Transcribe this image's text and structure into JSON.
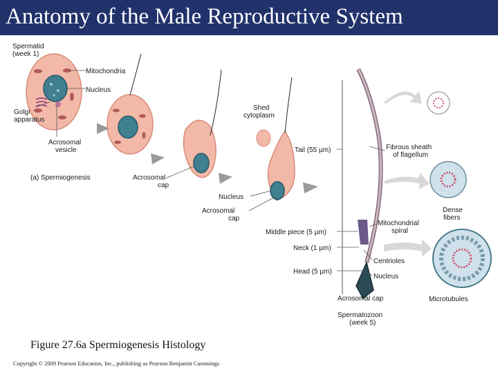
{
  "slide": {
    "title": "Anatomy of the Male Reproductive System",
    "caption": "Figure 27.6a Spermiogenesis Histology",
    "copyright": "Copyright © 2009 Pearson Education, Inc., publishing as Pearson Benjamin Cummings"
  },
  "diagram": {
    "panel_label": "(a) Spermiogenesis",
    "labels": {
      "spermatid_1": "Spermatid",
      "spermatid_2": "(week 1)",
      "mitochondria": "Mitochondria",
      "nucleus_top": "Nucleus",
      "golgi_1": "Golgi",
      "golgi_2": "apparatus",
      "acrosomal_vesicle_1": "Acrosomal",
      "acrosomal_vesicle_2": "vesicle",
      "acrosomal_cap_mid_1": "Acrosomal",
      "acrosomal_cap_mid_2": "cap",
      "shed_1": "Shed",
      "shed_2": "cytoplasm",
      "nucleus_mid": "Nucleus",
      "acrosomal_cap_low_1": "Acrosomal",
      "acrosomal_cap_low_2": "cap",
      "tail": "Tail (55 µm)",
      "middle_piece": "Middle piece (5 µm)",
      "neck": "Neck (1 µm)",
      "head": "Head (5 µm)",
      "fibrous_1": "Fibrous sheath",
      "fibrous_2": "of flagellum",
      "mito_spiral_1": "Mitochondrial",
      "mito_spiral_2": "spiral",
      "dense_1": "Dense",
      "dense_2": "fibers",
      "centrioles": "Centrioles",
      "nucleus_right": "Nucleus",
      "acrosomal_cap_bottom": "Acrosomal cap",
      "microtubules": "Microtubules",
      "spermatozoon_1": "Spermatozoon",
      "spermatozoon_2": "(week 5)"
    }
  }
}
